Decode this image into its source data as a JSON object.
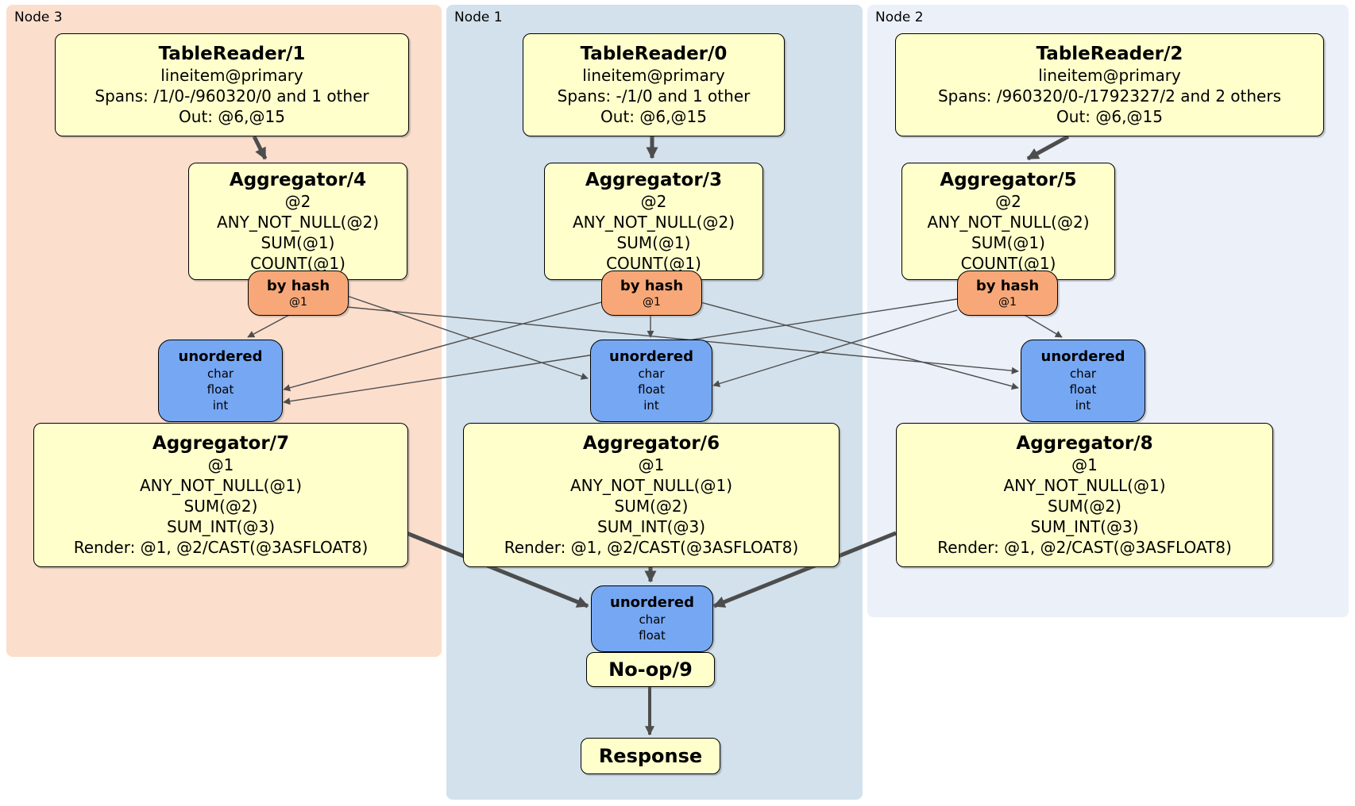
{
  "colors": {
    "page_bg": "#ffffff",
    "node3_bg": "#fcdecd",
    "node1_bg": "#d2e1eb",
    "node2_bg": "#ebf0f9",
    "box_bg": "#ffffcc",
    "router_bg": "#f8a878",
    "sync_bg": "#76a7f3",
    "edge": "#4d4d4d",
    "border": "#000000"
  },
  "regions": {
    "node3": {
      "label": "Node 3"
    },
    "node1": {
      "label": "Node 1"
    },
    "node2": {
      "label": "Node 2"
    }
  },
  "processors": {
    "tr1": {
      "title": "TableReader/1",
      "lines": [
        "lineitem@primary",
        "Spans: /1/0-/960320/0 and 1 other",
        "Out: @6,@15"
      ]
    },
    "tr0": {
      "title": "TableReader/0",
      "lines": [
        "lineitem@primary",
        "Spans: -/1/0 and 1 other",
        "Out: @6,@15"
      ]
    },
    "tr2": {
      "title": "TableReader/2",
      "lines": [
        "lineitem@primary",
        "Spans: /960320/0-/1792327/2 and 2 others",
        "Out: @6,@15"
      ]
    },
    "agg4": {
      "title": "Aggregator/4",
      "lines": [
        "@2",
        "ANY_NOT_NULL(@2)",
        "SUM(@1)",
        "COUNT(@1)"
      ]
    },
    "agg3": {
      "title": "Aggregator/3",
      "lines": [
        "@2",
        "ANY_NOT_NULL(@2)",
        "SUM(@1)",
        "COUNT(@1)"
      ]
    },
    "agg5": {
      "title": "Aggregator/5",
      "lines": [
        "@2",
        "ANY_NOT_NULL(@2)",
        "SUM(@1)",
        "COUNT(@1)"
      ]
    },
    "agg7": {
      "title": "Aggregator/7",
      "lines": [
        "@1",
        "ANY_NOT_NULL(@1)",
        "SUM(@2)",
        "SUM_INT(@3)",
        "Render: @1, @2/CAST(@3ASFLOAT8)"
      ]
    },
    "agg6": {
      "title": "Aggregator/6",
      "lines": [
        "@1",
        "ANY_NOT_NULL(@1)",
        "SUM(@2)",
        "SUM_INT(@3)",
        "Render: @1, @2/CAST(@3ASFLOAT8)"
      ]
    },
    "agg8": {
      "title": "Aggregator/8",
      "lines": [
        "@1",
        "ANY_NOT_NULL(@1)",
        "SUM(@2)",
        "SUM_INT(@3)",
        "Render: @1, @2/CAST(@3ASFLOAT8)"
      ]
    },
    "noop": {
      "title": "No-op/9"
    },
    "response": {
      "title": "Response"
    }
  },
  "routers": {
    "bh3": {
      "title": "by hash",
      "detail": "@1"
    },
    "bh1": {
      "title": "by hash",
      "detail": "@1"
    },
    "bh2": {
      "title": "by hash",
      "detail": "@1"
    }
  },
  "syncs": {
    "un3": {
      "title": "unordered",
      "items": [
        "char",
        "float",
        "int"
      ]
    },
    "un1": {
      "title": "unordered",
      "items": [
        "char",
        "float",
        "int"
      ]
    },
    "un2": {
      "title": "unordered",
      "items": [
        "char",
        "float",
        "int"
      ]
    },
    "unf": {
      "title": "unordered",
      "items": [
        "char",
        "float"
      ]
    }
  }
}
